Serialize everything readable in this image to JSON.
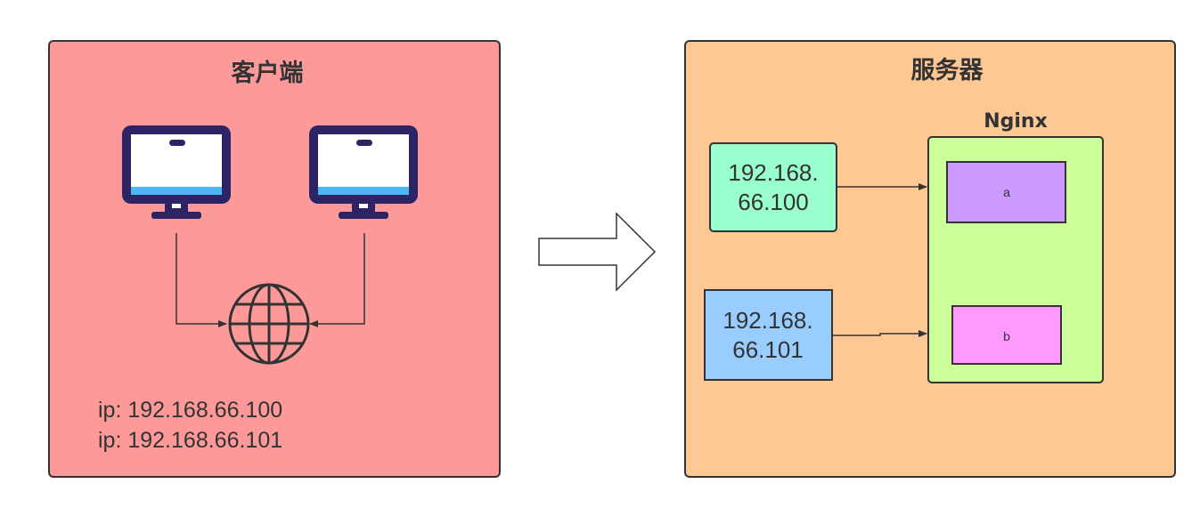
{
  "client": {
    "title": "客户端",
    "ip_lines": [
      "ip: 192.168.66.100",
      "ip: 192.168.66.101"
    ]
  },
  "server": {
    "title": "服务器",
    "ip_boxes": [
      {
        "line1": "192.168.",
        "line2": "66.100"
      },
      {
        "line1": "192.168.",
        "line2": "66.101"
      }
    ],
    "nginx": {
      "title": "Nginx",
      "sites": [
        "a",
        "b"
      ]
    }
  },
  "icons": {
    "computers": [
      "monitor-icon",
      "monitor-icon"
    ],
    "network": "globe-icon",
    "transition": "right-arrow-icon"
  },
  "colors": {
    "client_bg": "#fe9999",
    "server_bg": "#fec894",
    "nginx_bg": "#ccff99",
    "ip_box_1": "#99ffcc",
    "ip_box_2": "#99ccff",
    "site_a": "#cc99ff",
    "site_b": "#ff99ff",
    "monitor_frame": "#2d2466",
    "monitor_stripe": "#4db8f5"
  }
}
